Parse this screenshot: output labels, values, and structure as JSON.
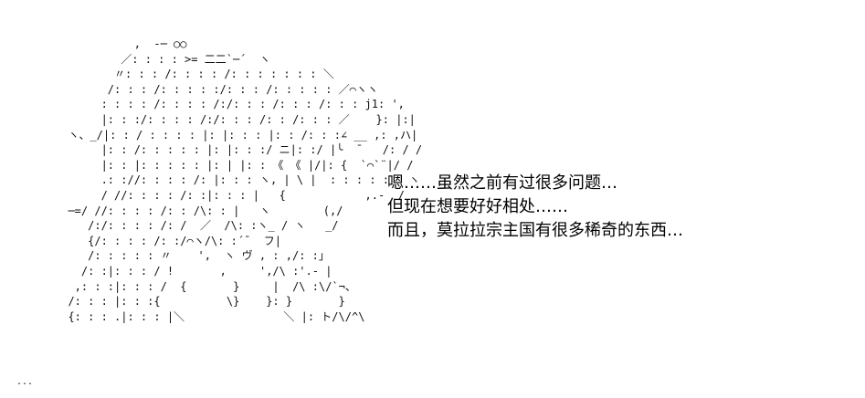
{
  "art_lines": [
    "            ,  -─ ○○",
    "          ／: : : : >= 二二`─´  ヽ",
    "         〃: : : /: : : : /: : : : : : : ＼",
    "        /: : : /: : : : :/: : : /: : : : : ／⌒ヽヽ",
    "       : : : : /: : : : /:/: : : /: : : /: : : j1: ',",
    "       |: : :/: : : : /:/: : : /: : /: : : ／    }: |:|",
    "  ヽ、_/|: : / : : : : |: |: : : |: : /: : :∠ __ ,: ,ハ|",
    "       |: : /: : : : : |: |: : :/ ニ|: :/ |╰  ¯   /: / /",
    "       |: : |: : : : : |: | |: : 《 《 |/|: {  `⌒`¨|/ /",
    "       .: ://: : : : /: |: : : ヽ, | \\ |  : : : : :   ヽ",
    "       / //: : : : /: :|: : : |   {            ,.-  /",
    "  ─=/ //: : : : /: : /\\: : |   ヽ        (,/",
    "     /:/: : : : /: /  ／  /\\: :ヽ_ / ヽ   _/",
    "     {/: : : : /: :/⌒ヽ/\\: :´¯  フ|",
    "     /: : : : : 〃    ',  ヽ ヴ , : ,/: :」",
    "    /: :|: : : / !       ,     ',/\\ :'.- |",
    "   ,: : :|: : : /  {       }     |  /\\ :\\/`¬、",
    "  /: : : |: : :{          \\}    }: }       }",
    "  {: : : .|: : : |＼               ＼ |: ト/\\/^\\"
  ],
  "dialogue_lines": [
    "嗯……虽然之前有过很多问题…",
    "但现在想要好好相处……",
    "而且，莫拉拉宗主国有很多稀奇的东西…"
  ],
  "corner_mark": "..."
}
